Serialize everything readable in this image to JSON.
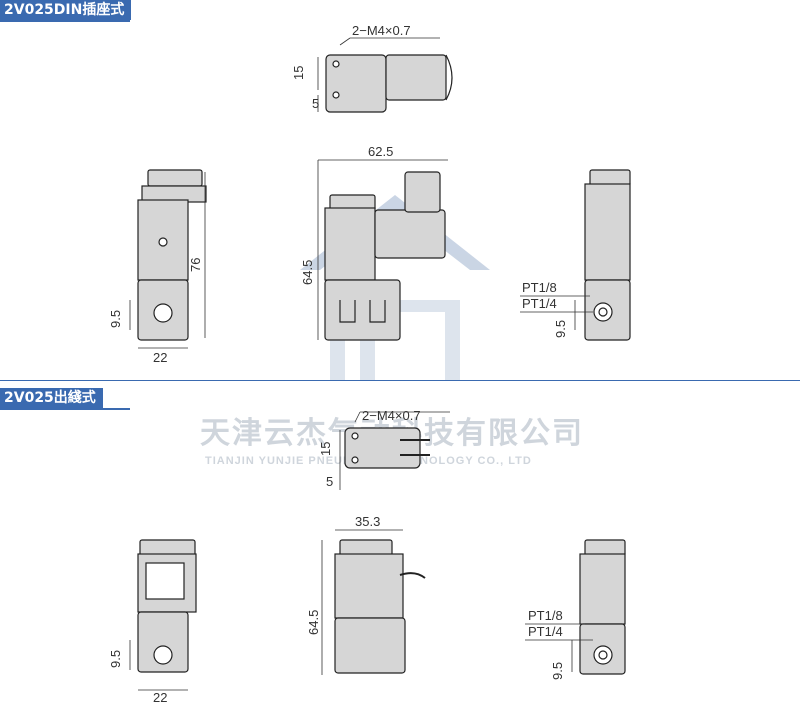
{
  "sections": [
    {
      "title": "2V025DIN插座式"
    },
    {
      "title": "2V025出綫式"
    }
  ],
  "dims": {
    "top_thread": "2−M4×0.7",
    "top_15": "15",
    "top_5": "5",
    "width_62": "62.5",
    "height_64_din": "64.5",
    "height_76": "76",
    "d_9_5_left_din": "9.5",
    "d_22_din": "22",
    "pt18_din": "PT1/8",
    "pt14_din": "PT1/4",
    "d_9_5_right_din": "9.5",
    "bottom_thread": "2−M4×0.7",
    "bottom_15": "15",
    "bottom_5": "5",
    "width_35": "35.3",
    "height_64_wire": "64.5",
    "d_9_5_left_wire": "9.5",
    "d_22_wire": "22",
    "pt18_wire": "PT1/8",
    "pt14_wire": "PT1/4",
    "d_9_5_right_wire": "9.5"
  },
  "watermark": {
    "company_cn": "天津云杰气动科技有限公司",
    "company_en": "TIANJIN YUNJIE PNEUMATIC TECHNOLOGY CO., LTD"
  },
  "colors": {
    "accent": "#3a6ab0",
    "body": "#d6d6d6",
    "outline": "#222222"
  }
}
